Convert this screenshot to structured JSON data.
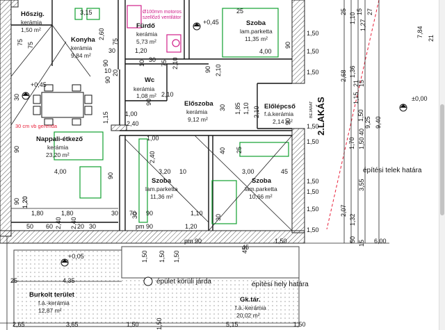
{
  "rooms": {
    "hoszig": {
      "name": "Hőszig.",
      "material": "kerámia",
      "area": "1,50 m²"
    },
    "konyha": {
      "name": "Konyha",
      "material": "kerámia",
      "area": "9,84 m²"
    },
    "furdo": {
      "name": "Fürdő",
      "material": "kerámia",
      "area": "5,73 m²"
    },
    "szoba1": {
      "name": "Szoba",
      "material": "lam.parketta",
      "area": "11,35 m²"
    },
    "wc": {
      "name": "Wc",
      "material": "kerámia",
      "area": "1,08 m²"
    },
    "eloszoba": {
      "name": "Előszoba",
      "material": "kerámia",
      "area": "9,12 m²"
    },
    "eloleptcso": {
      "name": "Előlépcső",
      "material": "f.á.kerámia",
      "area": "2,14 m²"
    },
    "nappali": {
      "name": "Nappali-étkező",
      "material": "kerámia",
      "area": "23,20 m²"
    },
    "szoba2": {
      "name": "Szoba",
      "material": "lam.parketta",
      "area": "11,36 m²"
    },
    "szoba3": {
      "name": "Szoba",
      "material": "lam.parketta",
      "area": "10,66 m²"
    },
    "burkolt": {
      "name": "Burkolt terület",
      "material": "f.á.-kerámia",
      "area": "12,87 m²"
    },
    "gktar": {
      "name": "Gk.tár.",
      "material": "f.á.-kerámia",
      "area": "20,02 m²"
    }
  },
  "notes": {
    "gerenda": "30 cm vb gerenda",
    "ventilator": "Ø100mm motoros szellőző ventilátor",
    "lakas": "2.LAKÁS",
    "telek_hatar": "építési telek határa",
    "hely_hatar": "építési hely határa",
    "jarda": "épület körüli járda",
    "bejarat": "BEJÁRAT"
  },
  "levels": {
    "a": "+0,45",
    "b": "+0,45",
    "c": "±0,00",
    "d": "+0,05"
  },
  "dims": {
    "top": [
      "3,15",
      "2,60",
      "1,50",
      "1,50",
      "75",
      "90",
      "25",
      "4,00"
    ],
    "mid": [
      "30",
      "1,20",
      "90",
      "10",
      "30",
      "10",
      "2,10",
      "2,10",
      "75",
      "90",
      "1,00",
      "2,40",
      "1,00",
      "2,40",
      "1,85",
      "1,10",
      "2,10"
    ],
    "rooms": [
      "4,00",
      "3,20",
      "10",
      "3,00",
      "45",
      "90",
      "1,20",
      "90",
      "1,50",
      "1,50",
      "30",
      "90",
      "1,10",
      "30",
      "pm 90"
    ],
    "bottom": [
      "1,80",
      "1,80",
      "30",
      "70",
      "1,50",
      "1,50",
      "2,40",
      "30",
      "2,40",
      "50",
      "60",
      "20",
      "1,20",
      "pm 90",
      "45",
      "1,50"
    ],
    "lower": [
      "25",
      "4,35",
      "3,65",
      "5,15",
      "2,65",
      "1,50",
      "1,50",
      "1,50"
    ],
    "right": [
      "2,68",
      "1,36",
      "21",
      "15",
      "1,15",
      "1,70",
      "1,50",
      "40",
      "1,50",
      "9,25",
      "9,40",
      "3,55",
      "2,07",
      "1,32",
      "15",
      "6,00",
      "50",
      "1,50",
      "1,50",
      "45",
      "1,50"
    ],
    "top_right": [
      "25",
      "1,10",
      "15",
      "1,27",
      "27",
      "7,84",
      "21",
      "1,50",
      "1,50",
      "1,50"
    ],
    "vert_left": [
      "75",
      "75",
      "90",
      "30",
      "1,15",
      "90",
      "1,20",
      "20",
      "90",
      "2,10",
      "90",
      "40",
      "30",
      "25"
    ]
  }
}
